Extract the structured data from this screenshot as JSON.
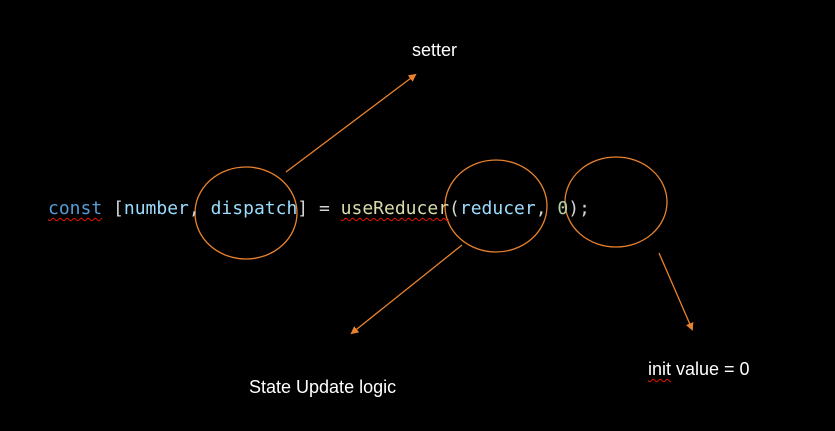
{
  "code": {
    "const": "const",
    "open_bracket": " [",
    "number": "number",
    "comma1": ", ",
    "dispatch": "dispatch",
    "close_assign": "] = ",
    "use_reducer": "useReducer",
    "open_paren": "(",
    "reducer": "reducer",
    "comma2": ", ",
    "zero": "0",
    "tail": ");"
  },
  "annotations": {
    "setter": "setter",
    "state_update_logic": "State Update logic",
    "init_word": "init",
    "init_rest": " value = 0"
  },
  "colors": {
    "background": "#000000",
    "keyword": "#569cd6",
    "variable": "#9cdcfe",
    "function": "#dcdcaa",
    "number_literal": "#b5cea8",
    "punctuation": "#d4d4d4",
    "annotation": "#e8822e",
    "text": "#ffffff"
  }
}
